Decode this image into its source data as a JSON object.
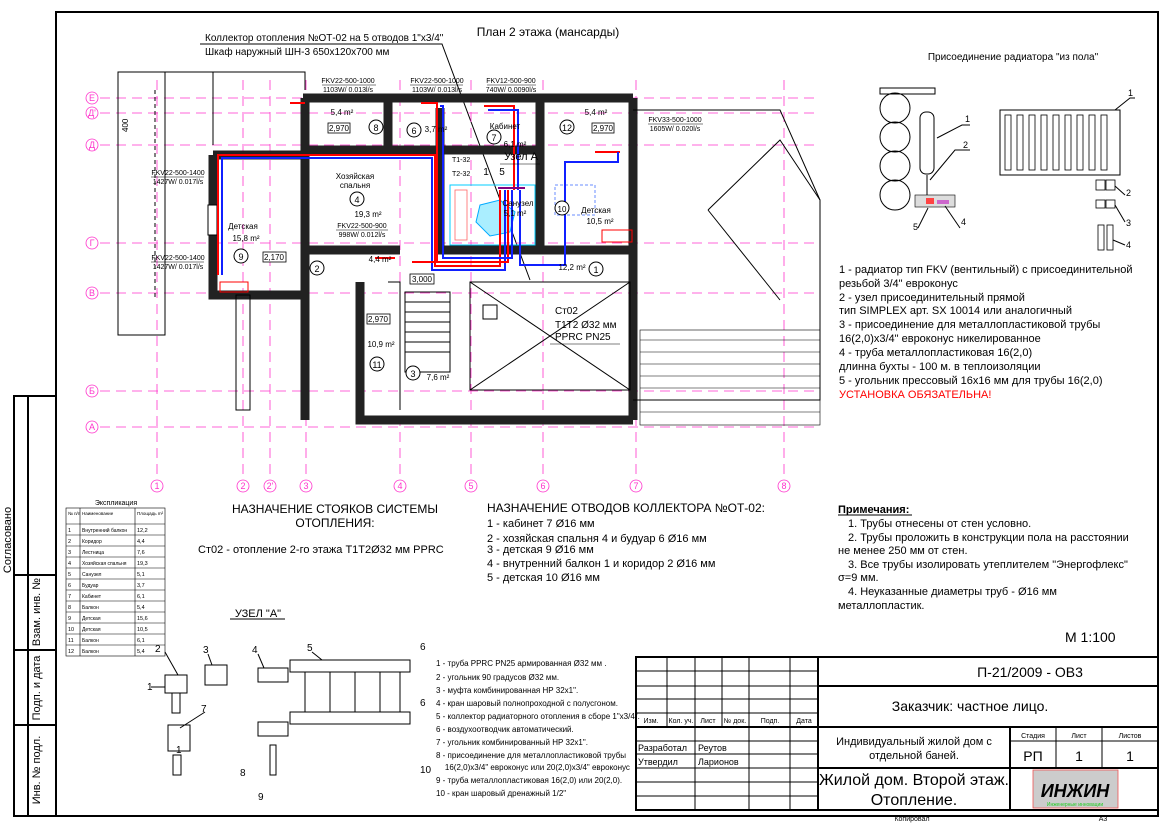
{
  "plan": {
    "title": "План 2 этажа (мансарды)",
    "collector_line1": "Коллектор отопления №ОТ-02 на 5 отводов 1\"x3/4\"",
    "collector_line2": "Шкаф наружный ШН-3 650х120х700 мм",
    "axes_h": [
      "Е",
      "Д'",
      "Д",
      "Г",
      "В",
      "Б",
      "А"
    ],
    "axes_v": [
      "1",
      "2",
      "2'",
      "3",
      "4",
      "5",
      "6",
      "7",
      "8"
    ],
    "dim_400": "400",
    "radiators": [
      {
        "model": "FKV22-500-1000",
        "spec": "1103W/ 0.013l/s"
      },
      {
        "model": "FKV22-500-1000",
        "spec": "1103W/ 0.013l/s"
      },
      {
        "model": "FKV12-500-900",
        "spec": "740W/ 0.0090l/s"
      },
      {
        "model": "FKV33-500-1000",
        "spec": "1605W/ 0.020l/s"
      },
      {
        "model": "FKV22-500-1400",
        "spec": "1427W/ 0.017l/s"
      },
      {
        "model": "FKV22-500-1400",
        "spec": "1427W/ 0.017l/s"
      },
      {
        "model": "FKV22-500-900",
        "spec": "998W/ 0.012l/s"
      }
    ],
    "rooms": {
      "r8_area": "5,4 m²",
      "r8_num": "8",
      "r8_h": "2,970",
      "r6_num": "6",
      "r6_area": "3,7 m²",
      "r7_name": "Кабинет",
      "r7_num": "7",
      "r7_area": "6,1 m²",
      "r12_num": "12",
      "r12_area": "5,4 m²",
      "r12_h": "2,970",
      "r4_name1": "Хозяйская",
      "r4_name2": "спальня",
      "r4_num": "4",
      "r4_area": "19,3 m²",
      "r9_name": "Детская",
      "r9_area": "15,8 m²",
      "r9_num": "9",
      "r9_h": "2,170",
      "r2_num": "2",
      "r2_area": "4,4 m²",
      "r5_name": "Санузел",
      "r5_area": "5,1 m²",
      "r5_num": "5",
      "r10_num": "10",
      "r10_name": "Детская",
      "r10_area": "10,5 m²",
      "r1_area": "12,2 m²",
      "r1_num": "1",
      "h3000": "3,000",
      "r11_h": "2,970",
      "r11_area": "10,9 m²",
      "r11_num": "11",
      "r3_num": "3",
      "r3_area": "7,6 m²"
    },
    "node_label": "Узел А",
    "t1": "T1-32",
    "t2": "T2-32",
    "n1": "1",
    "n5": "5",
    "riser1": "Ст02",
    "riser2": "Т1Т2 Ø32 мм",
    "riser3": "PPRC PN25"
  },
  "radiator_connection": {
    "title": "Присоединение радиатора \"из пола\"",
    "callouts": [
      "1",
      "2",
      "3",
      "4",
      "5"
    ],
    "notes": [
      "1 - радиатор тип FKV (вентильный) с присоединительной",
      "резьбой 3/4\" евроконус",
      "2 - узел присоединительный прямой",
      "тип SIMPLEX  арт. SX 10014 или аналогичный",
      "3 - присоединение для металлопластиковой трубы",
      "16(2,0)x3/4\" евроконус никелированное",
      "4 - труба металлопластиковая 16(2,0)",
      "длинна бухты - 100 м. в теплоизоляции",
      "5 - угольник прессовый 16х16 мм для трубы 16(2,0)"
    ],
    "warning": "УСТАНОВКА ОБЯЗАТЕЛЬНА!",
    "warning_color": "#ff0000"
  },
  "risers": {
    "title1": "НАЗНАЧЕНИЕ СТОЯКОВ СИСТЕМЫ",
    "title2": "ОТОПЛЕНИЯ:",
    "item": "Ст02 - отопление 2-го этажа Т1Т2Ø32 мм PPRC"
  },
  "outlets": {
    "title": "НАЗНАЧЕНИЕ ОТВОДОВ КОЛЛЕКТОРА №ОТ-02:",
    "items": [
      "1 - кабинет 7 Ø16 мм",
      "2 - хозяйская спальня 4 и будуар 6 Ø16 мм",
      "3 - детская 9 Ø16 мм",
      "4 - внутренний балкон 1 и коридор 2 Ø16 мм",
      "5 - детская 10 Ø16 мм"
    ]
  },
  "notes": {
    "title": "Примечания:",
    "lines": [
      "1. Трубы отнесены от стен условно.",
      "2. Трубы проложить в конструкции  пола на расстоянии",
      "не менее 250 мм от стен.",
      "3. Все трубы изолировать утеплителем \"Энергофлекс\"",
      "σ=9 мм.",
      "4. Неуказанные диаметры труб - Ø16 мм",
      "металлопластик."
    ]
  },
  "scale": "М 1:100",
  "explication": {
    "title": "Экспликация",
    "headers": [
      "№ п/п",
      "Наименование",
      "Площадь m²"
    ],
    "rows": [
      [
        "1",
        "Внутренний балкон",
        "12,2"
      ],
      [
        "2",
        "Коридор",
        "4,4"
      ],
      [
        "3",
        "Лестница",
        "7,6"
      ],
      [
        "4",
        "Хозяйская спальня",
        "19,3"
      ],
      [
        "5",
        "Санузел",
        "5,1"
      ],
      [
        "6",
        "Будуар",
        "3,7"
      ],
      [
        "7",
        "Кабинет",
        "6,1"
      ],
      [
        "8",
        "Балкон",
        "5,4"
      ],
      [
        "9",
        "Детская",
        "15,6"
      ],
      [
        "10",
        "Детская",
        "10,5"
      ],
      [
        "11",
        "Балкон",
        "6,1"
      ],
      [
        "12",
        "Балкон",
        "5,4"
      ]
    ]
  },
  "node_a": {
    "title": "УЗЕЛ \"А\"",
    "callouts": [
      "1",
      "2",
      "3",
      "4",
      "5",
      "6",
      "6",
      "7",
      "1",
      "8",
      "9",
      "10"
    ],
    "legend": [
      "1 - труба PPRC PN25 армированная Ø32 мм .",
      "2 - угольник 90 градусов Ø32 мм.",
      "3 - муфта комбинированная НР 32х1\".",
      "4 - кран шаровый полнопроходной с полусгоном.",
      "5 - коллектор радиаторного отопления в сборе 1\"х3/4\".",
      "6 - воздухоотводчик автоматический.",
      "7 - угольник комбинированный НР 32х1\".",
      "8 - присоединение для металлопластиковой трубы",
      "    16(2,0)х3/4\" евроконус или 20(2,0)х3/4\" евроконус",
      "9 - труба металлопластиковая 16(2,0) или 20(2,0).",
      "10 - кран шаровый дренажный 1/2\""
    ]
  },
  "stamp_side": [
    "Согласовано",
    "Взам. инв. №",
    "Подп. и дата",
    "Инв. № подл."
  ],
  "title_block": {
    "code": "П-21/2009 - ОВ3",
    "customer": "Заказчик: частное лицо.",
    "col_headers": [
      "Изм.",
      "Кол. уч.",
      "Лист",
      "№ док.",
      "Подп.",
      "Дата"
    ],
    "developed_label": "Разработал",
    "developed_name": "Реутов",
    "approved_label": "Утвердил",
    "approved_name": "Ларионов",
    "project1": "Индивидуальный жилой дом с",
    "project2": "отдельной баней.",
    "stage_label": "Стадия",
    "sheet_label": "Лист",
    "sheets_label": "Листов",
    "stage": "РП",
    "sheet": "1",
    "sheets": "1",
    "drawing1": "Жилой дом. Второй этаж.",
    "drawing2": "Отопление.",
    "logo": "ИНЖИН",
    "logo_sub": "Инженерные инновации",
    "copied": "Копировал",
    "format": "А3"
  }
}
